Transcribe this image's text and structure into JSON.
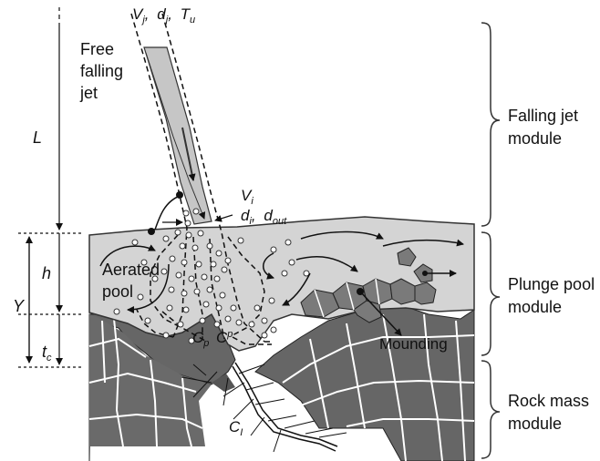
{
  "labels": {
    "jet_params": {
      "V": "V",
      "V_sub": "j",
      "d": "d",
      "d_sub": "j",
      "T": "T",
      "T_sub": "u",
      "sep": ","
    },
    "free_jet": [
      "Free",
      "falling",
      "jet"
    ],
    "L": "L",
    "h": "h",
    "Y": "Y",
    "t": "t",
    "t_sub": "c",
    "impact": {
      "V": "V",
      "V_sub": "i",
      "d": "d",
      "d_sub": "i",
      "d2": "d",
      "d2_sub": "out",
      "sep": ","
    },
    "aerated_pool": [
      "Aerated",
      "pool"
    ],
    "C": "C",
    "C_sub": "p",
    "C2": "C",
    "C2_sub": "p",
    "Cl": "C",
    "Cl_sub": "I",
    "mounding": "Mounding"
  },
  "modules": [
    {
      "line1": "Falling jet",
      "line2": "module"
    },
    {
      "line1": "Plunge pool",
      "line2": "module"
    },
    {
      "line1": "Rock mass",
      "line2": "module"
    }
  ]
}
